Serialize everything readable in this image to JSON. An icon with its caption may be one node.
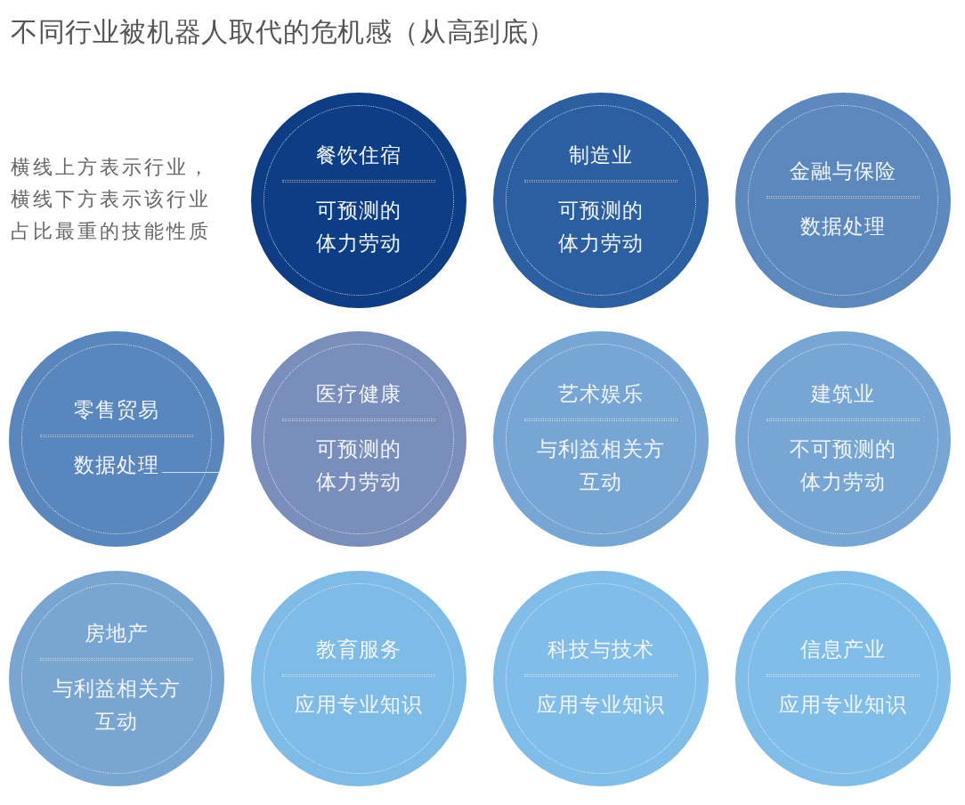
{
  "diagram": {
    "title": "不同行业被机器人取代的危机感（从高到底）",
    "nodes": [
      {
        "text": [
          "餐饮住宿",
          "可预测的体力劳动"
        ]
      },
      {
        "text": [
          "制造业",
          "可预测的体力劳动"
        ]
      },
      {
        "text": [
          "金融与保险",
          "数据处理"
        ]
      },
      {
        "text": [
          "零售贸易",
          "数据处理"
        ]
      },
      {
        "text": [
          "医疗健康",
          "可预测的体力劳动"
        ]
      },
      {
        "text": [
          "艺术娱乐",
          "与利益相关方互动"
        ]
      },
      {
        "text": [
          "建筑业",
          "不可预测的体力劳动"
        ]
      },
      {
        "text": [
          "房地产",
          "与利益相关方互动"
        ]
      },
      {
        "text": [
          "教育服务",
          "应用专业知识"
        ]
      },
      {
        "text": [
          "科技与技术",
          "应用专业知识"
        ]
      },
      {
        "text": [
          "信息产业",
          "应用专业知识"
        ]
      }
    ],
    "labels": [
      "横线上方表示行业，横线下方表示该行业占比最重的技能性质"
    ]
  }
}
